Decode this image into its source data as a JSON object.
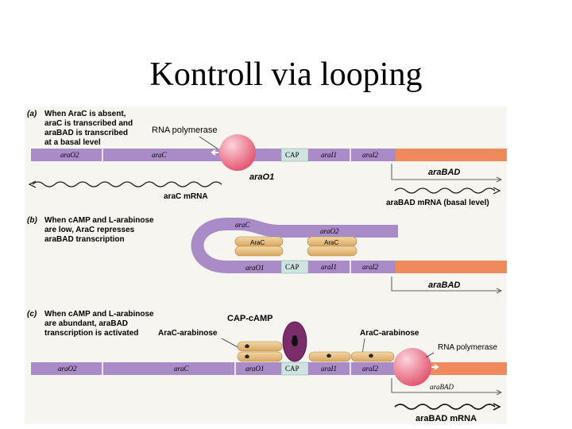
{
  "slide": {
    "title": "Kontroll via looping"
  },
  "panel_a": {
    "letter": "(a)",
    "caption": [
      "When AraC is absent,",
      "araC is transcribed and",
      "araBAD is transcribed",
      "at a basal level"
    ],
    "rna_polymerase": "RNA polymerase",
    "seg_araO2": "araO2",
    "seg_araC": "araC",
    "seg_CAP": "CAP",
    "seg_araI1": "araI1",
    "seg_araI2": "araI2",
    "label_araO1": "araO1",
    "label_araBAD": "araBAD",
    "label_araC_mRNA": "araC mRNA",
    "label_araBAD_mRNA": "araBAD mRNA (basal level)"
  },
  "panel_b": {
    "letter": "(b)",
    "caption": [
      "When cAMP and L-arabinose",
      "are low, AraC represses",
      "araBAD transcription"
    ],
    "seg_araC": "araC",
    "seg_araO2": "araO2",
    "protein1": "AraC",
    "protein2": "AraC",
    "seg_araO1": "araO1",
    "seg_CAP": "CAP",
    "seg_araI1": "araI1",
    "seg_araI2": "araI2",
    "label_araBAD": "araBAD"
  },
  "panel_c": {
    "letter": "(c)",
    "caption": [
      "When cAMP and L-arabinose",
      "are abundant, araBAD",
      "transcription is activated"
    ],
    "label_cap_camp": "CAP-cAMP",
    "label_arac_arabinose_left": "AraC-arabinose",
    "label_arac_arabinose_right": "AraC-arabinose",
    "rna_polymerase": "RNA polymerase",
    "seg_araO2": "araO2",
    "seg_araC": "araC",
    "seg_araO1": "araO1",
    "seg_CAP": "CAP",
    "seg_araI1": "araI1",
    "seg_araI2": "araI2",
    "label_araBAD": "araBAD",
    "label_araBAD_mRNA": "araBAD mRNA"
  },
  "colors": {
    "dna_purple": "#a98bc7",
    "dna_orange": "#ef8a5c",
    "cap_box": "#cfe3df",
    "rnap_pink": "#ee6f86",
    "arac_tan": "#e8bf7f",
    "cap_camp_purple": "#7b2d6b"
  }
}
